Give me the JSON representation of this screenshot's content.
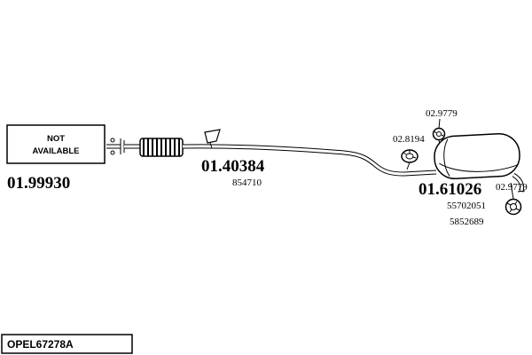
{
  "diagram": {
    "title_box": {
      "line1": "NOT",
      "line2": "AVAILABLE"
    },
    "front_section": {
      "part_number": "01.99930"
    },
    "middle_section": {
      "part_number": "01.40384",
      "oe_ref": "854710"
    },
    "gasket": {
      "part_number": "02.8194"
    },
    "hanger_top": {
      "part_number": "02.9779"
    },
    "hanger_rear": {
      "part_number": "02.9779"
    },
    "rear_section": {
      "part_number": "01.61026",
      "oe_ref1": "55702051",
      "oe_ref2": "5852689"
    },
    "footer": {
      "code": "OPEL67278A"
    }
  },
  "colors": {
    "line": "#000000",
    "background": "#ffffff"
  }
}
